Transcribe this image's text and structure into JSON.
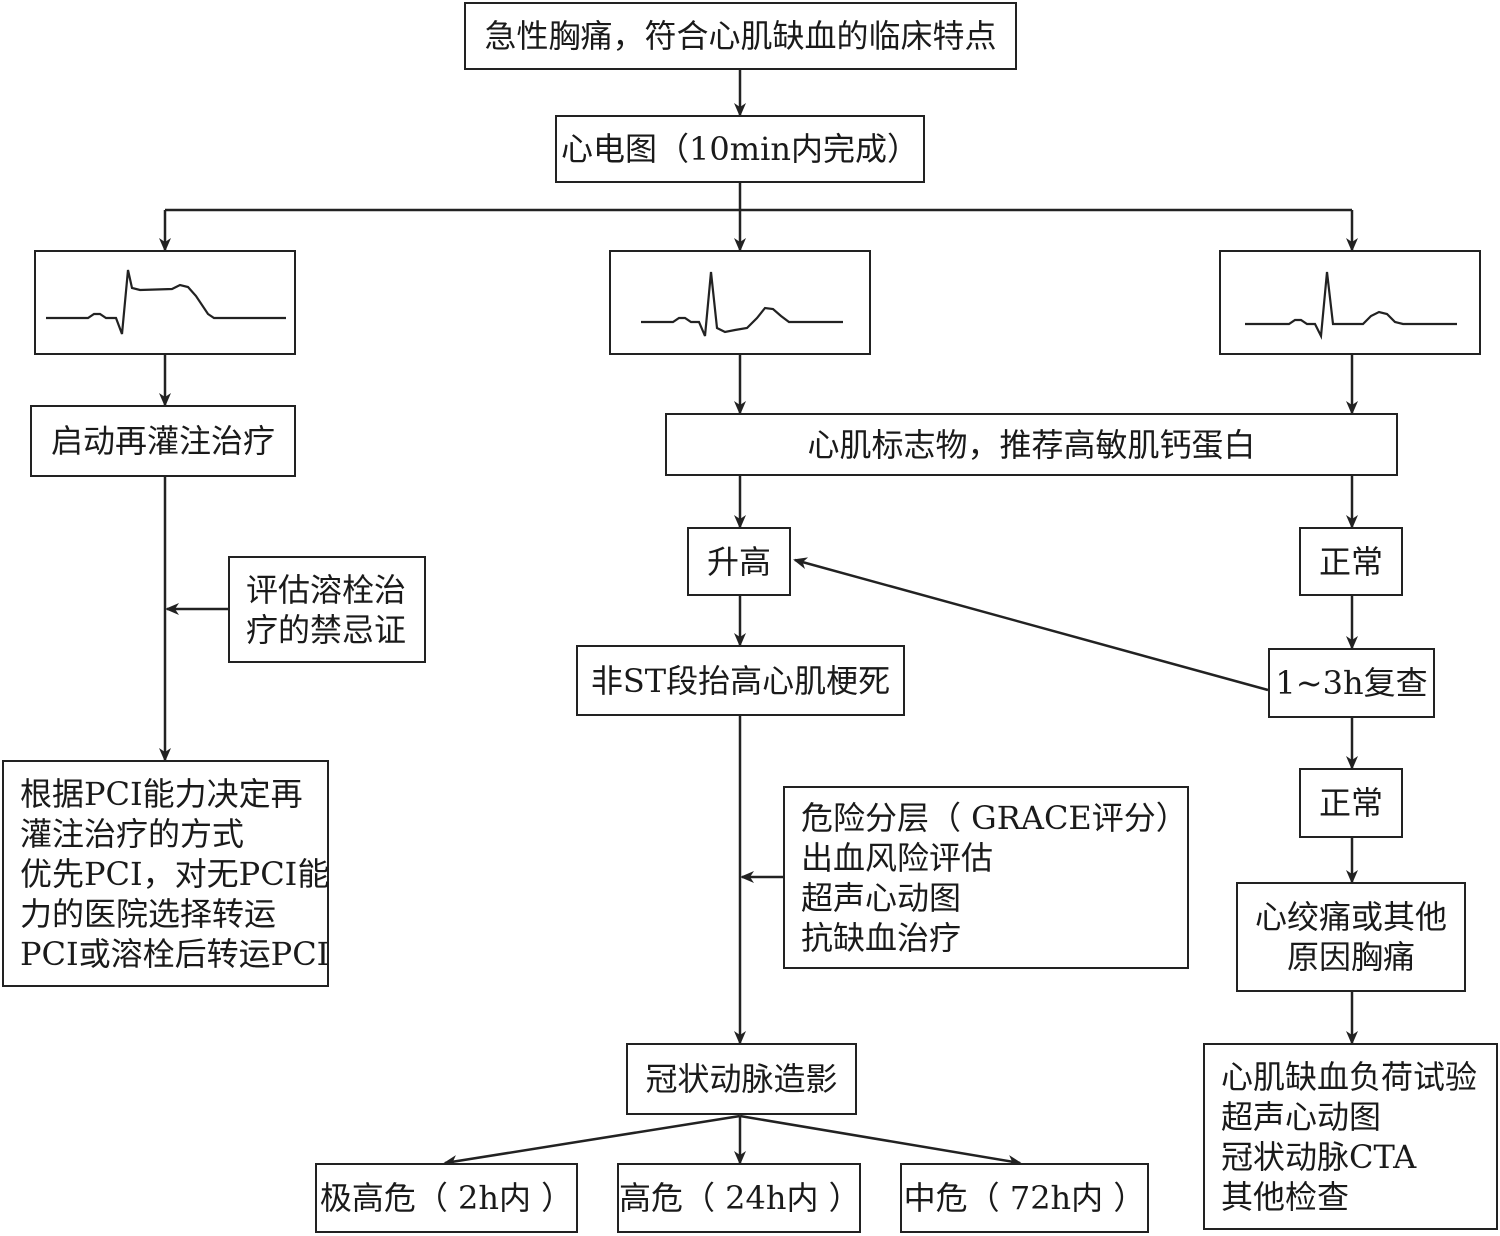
{
  "nodes": {
    "chest_pain": "急性胸痛，符合心肌缺血的临床特点",
    "ecg_exam": "心电图（10min内完成）",
    "reperfusion": "启动再灌注治疗",
    "assess_thrombolysis": [
      "评估溶栓治",
      "疗的禁忌证"
    ],
    "pci_decision": [
      "根据PCI能力决定再",
      "灌注治疗的方式",
      "优先PCI，对无PCI能",
      "力的医院选择转运",
      "PCI或溶栓后转运PCI"
    ],
    "markers": "心肌标志物，推荐高敏肌钙蛋白",
    "elevated": "升高",
    "normal1": "正常",
    "recheck": "1~3h复查",
    "normal2": "正常",
    "nstemi": "非ST段抬高心肌梗死",
    "risk_items": [
      "危险分层（ GRACE评分）",
      "出血风险评估",
      "超声心动图",
      "抗缺血治疗"
    ],
    "angina": [
      "心绞痛或其他",
      "原因胸痛"
    ],
    "further_tests": [
      "心肌缺血负荷试验",
      "超声心动图",
      "冠状动脉CTA",
      "其他检查"
    ],
    "angiography": "冠状动脉造影",
    "very_high_risk": "极高危（ 2h内 ）",
    "high_risk": "高危（ 24h内 ）",
    "mid_risk": "中危（ 72h内 ）"
  }
}
